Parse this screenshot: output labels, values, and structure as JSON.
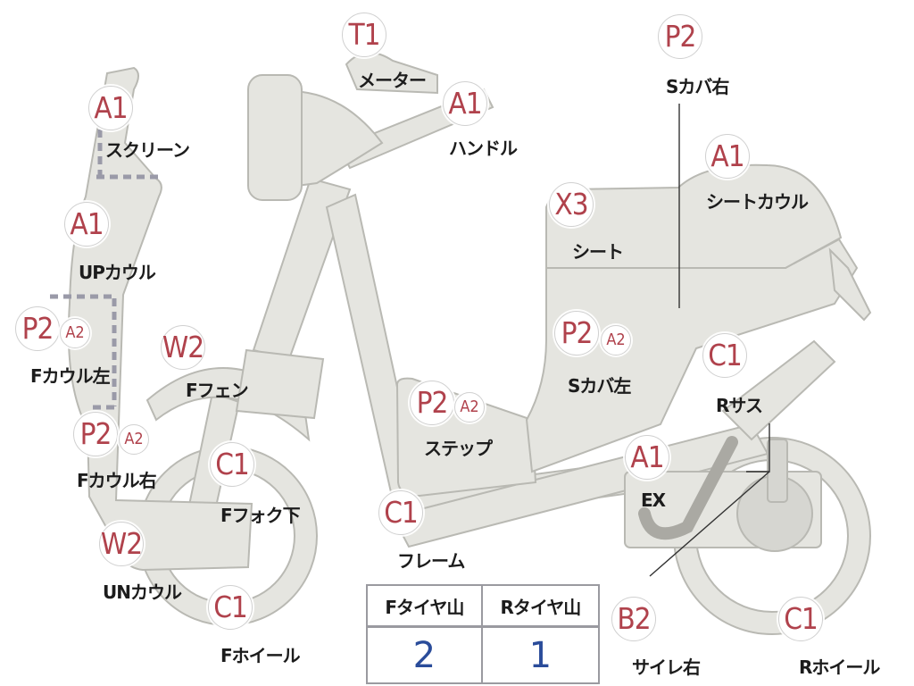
{
  "callouts": [
    {
      "id": "screen",
      "code": "A1",
      "label": "スクリーン"
    },
    {
      "id": "up-cowl",
      "code": "A1",
      "label": "UPカウル"
    },
    {
      "id": "f-cowl-left",
      "code": "P2",
      "sub": "A2",
      "label": "Fカウル左"
    },
    {
      "id": "f-cowl-right",
      "code": "P2",
      "sub": "A2",
      "label": "Fカウル右"
    },
    {
      "id": "un-cowl",
      "code": "W2",
      "label": "UNカウル"
    },
    {
      "id": "f-fender",
      "code": "W2",
      "label": "Fフェン"
    },
    {
      "id": "f-fork",
      "code": "C1",
      "label": "Fフォク下"
    },
    {
      "id": "f-wheel",
      "code": "C1",
      "label": "Fホイール"
    },
    {
      "id": "meter",
      "code": "T1",
      "label": "メーター"
    },
    {
      "id": "handle",
      "code": "A1",
      "label": "ハンドル"
    },
    {
      "id": "frame",
      "code": "C1",
      "label": "フレーム"
    },
    {
      "id": "step",
      "code": "P2",
      "sub": "A2",
      "label": "ステップ"
    },
    {
      "id": "s-cover-left",
      "code": "P2",
      "sub": "A2",
      "label": "Sカバ左"
    },
    {
      "id": "s-cover-right",
      "code": "P2",
      "label": "Sカバ右"
    },
    {
      "id": "seat",
      "code": "X3",
      "label": "シート"
    },
    {
      "id": "seat-cowl",
      "code": "A1",
      "label": "シートカウル"
    },
    {
      "id": "r-sus",
      "code": "C1",
      "label": "Rサス"
    },
    {
      "id": "ex",
      "code": "A1",
      "label": "EX"
    },
    {
      "id": "muffler-right",
      "code": "B2",
      "label": "サイレ右"
    },
    {
      "id": "r-wheel",
      "code": "C1",
      "label": "Rホイール"
    }
  ],
  "tire_table": {
    "headers": [
      "Fタイヤ山",
      "Rタイヤ山"
    ],
    "values": [
      "2",
      "1"
    ]
  },
  "colors": {
    "code": "#b0424c",
    "tire_value": "#2a4c9a",
    "part_fill": "#e5e5e0"
  }
}
